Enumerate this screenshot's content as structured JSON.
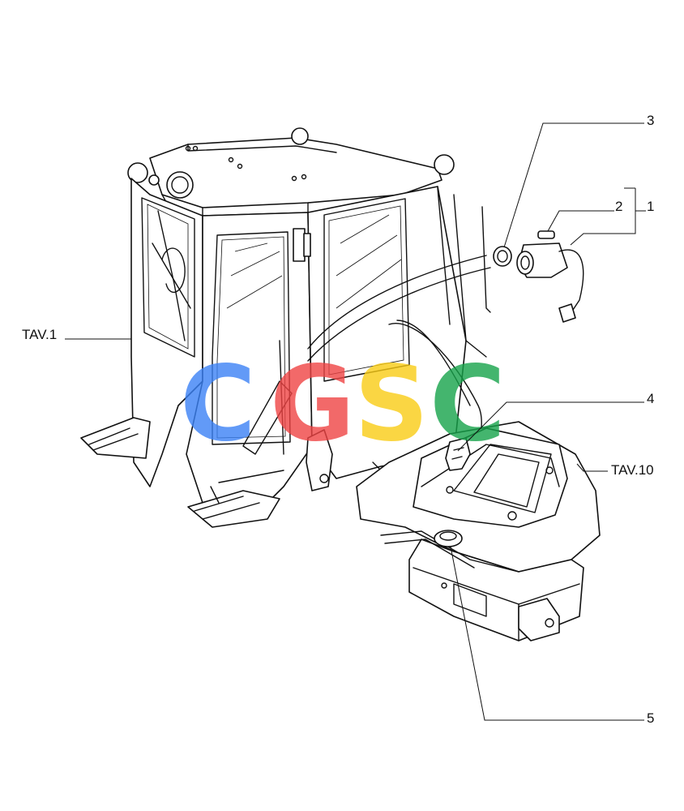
{
  "callouts": {
    "part_1": "1",
    "part_2": "2",
    "part_3": "3",
    "part_4": "4",
    "part_5": "5",
    "ref_cab": "TAV.1",
    "ref_hood": "TAV.10"
  },
  "watermark": {
    "letters": [
      "C",
      "G",
      "S",
      "C"
    ],
    "colors": [
      "#3b82f6",
      "#ef4444",
      "#facc15",
      "#16a34a"
    ]
  }
}
